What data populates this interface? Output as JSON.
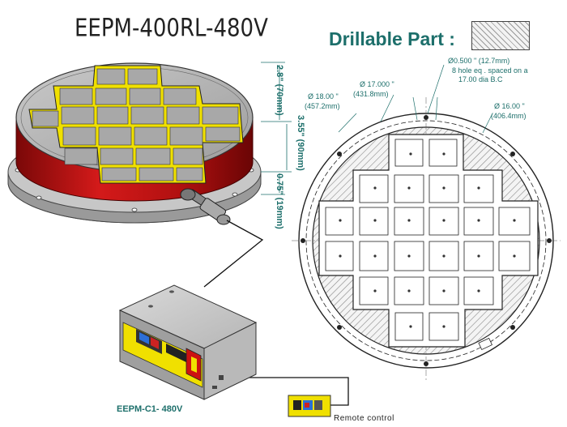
{
  "title": "EEPM-400RL-480V",
  "drillable": {
    "label": "Drillable Part :"
  },
  "dimensions": {
    "height_top": "2.8\" (70mm)",
    "height_total": "3.55\" (90mm)",
    "height_base": "0.75\" (19mm)",
    "dia_outer_line1": "Ø 18.00  \"",
    "dia_outer_line2": "(457.2mm)",
    "dia_mid_line1": "Ø 17.000  \"",
    "dia_mid_line2": "(431.8mm)",
    "hole_line1": "Ø0.500 \" (12.7mm)",
    "hole_line2": "8 hole eq . spaced on a",
    "hole_line3": "17.00 dia B.C",
    "dia_inner_line1": "Ø 16.00  \"",
    "dia_inner_line2": "(406.4mm)"
  },
  "controller_label": "EEPM-C1- 480V",
  "remote_label": "Remote control",
  "colors": {
    "accent": "#1d6f6b",
    "body_red": "#c01010",
    "pole_yellow": "#f0e000",
    "hatch": "#8a8a8a"
  }
}
